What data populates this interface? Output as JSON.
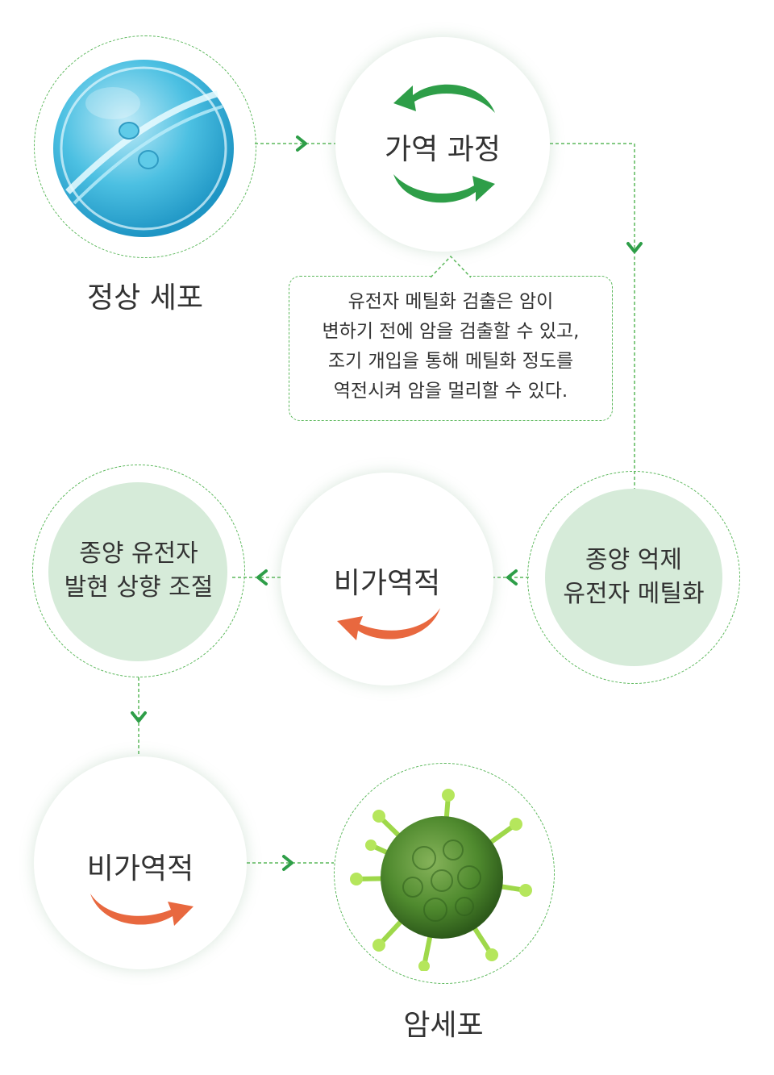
{
  "nodes": {
    "normal_cell": {
      "label": "정상 세포"
    },
    "reversible": {
      "label": "가역 과정"
    },
    "suppressor_methylation": {
      "line1": "종양 억제",
      "line2": "유전자 메틸화"
    },
    "irreversible_1": {
      "label": "비가역적"
    },
    "oncogene_upregulation": {
      "line1": "종양 유전자",
      "line2": "발현 상향 조절"
    },
    "irreversible_2": {
      "label": "비가역적"
    },
    "cancer_cell": {
      "label": "암세포"
    }
  },
  "callout": {
    "lines": [
      "유전자 메틸화 검출은 암이",
      "변하기 전에 암을 검출할 수 있고,",
      "조기 개입을 통해 메틸화 정도를",
      "역전시켜 암을 멀리할 수 있다."
    ]
  },
  "colors": {
    "dashed_green": "#5cb85c",
    "arrow_green": "#2e9e48",
    "arrow_orange": "#e8683f",
    "node_fill_green": "#d6ebd9",
    "cell_blue": "#3bb3d6",
    "cancer_green": "#4f8a2e"
  }
}
